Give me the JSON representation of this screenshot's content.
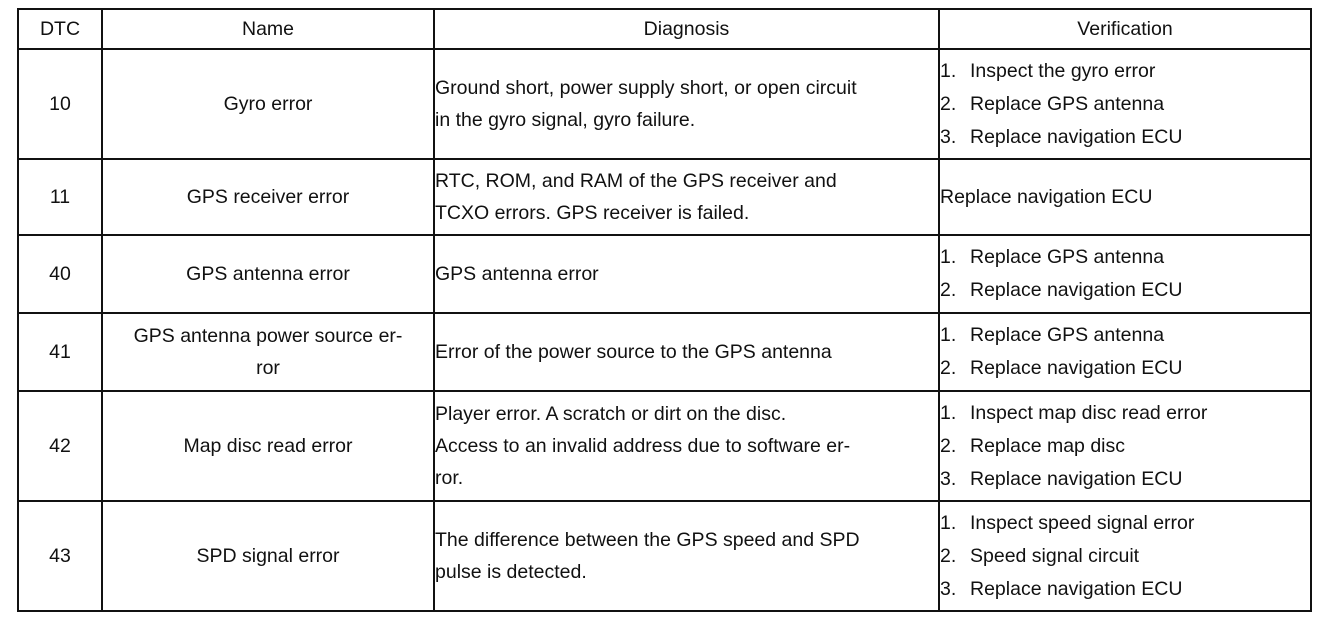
{
  "headers": {
    "dtc": "DTC",
    "name": "Name",
    "diagnosis": "Diagnosis",
    "verification": "Verification"
  },
  "rows": [
    {
      "dtc": "10",
      "name": [
        "Gyro error"
      ],
      "diagnosis": [
        "Ground short, power supply short, or open circuit",
        "in the gyro signal, gyro failure."
      ],
      "verification": {
        "plain": "",
        "steps": [
          {
            "num": "1.",
            "text": "Inspect the gyro error"
          },
          {
            "num": "2.",
            "text": "Replace GPS antenna"
          },
          {
            "num": "3.",
            "text": "Replace navigation ECU"
          }
        ]
      }
    },
    {
      "dtc": "11",
      "name": [
        "GPS receiver error"
      ],
      "diagnosis": [
        "RTC, ROM, and RAM of the GPS receiver and",
        "TCXO errors. GPS receiver is failed."
      ],
      "verification": {
        "plain": "Replace navigation ECU",
        "steps": []
      }
    },
    {
      "dtc": "40",
      "name": [
        "GPS antenna error"
      ],
      "diagnosis": [
        "GPS antenna error"
      ],
      "verification": {
        "plain": "",
        "steps": [
          {
            "num": "1.",
            "text": "Replace GPS antenna"
          },
          {
            "num": "2.",
            "text": "Replace navigation ECU"
          }
        ]
      }
    },
    {
      "dtc": "41",
      "name": [
        "GPS antenna power source er-",
        "ror"
      ],
      "diagnosis": [
        "Error of the power source to the GPS antenna"
      ],
      "verification": {
        "plain": "",
        "steps": [
          {
            "num": "1.",
            "text": "Replace GPS antenna"
          },
          {
            "num": "2.",
            "text": "Replace navigation ECU"
          }
        ]
      }
    },
    {
      "dtc": "42",
      "name": [
        "Map disc read error"
      ],
      "diagnosis": [
        "Player error. A scratch or dirt on the disc.",
        "Access to an invalid address due to software er-",
        "ror."
      ],
      "verification": {
        "plain": "",
        "steps": [
          {
            "num": "1.",
            "text": "Inspect map disc read error"
          },
          {
            "num": "2.",
            "text": "Replace map disc"
          },
          {
            "num": "3.",
            "text": "Replace navigation ECU"
          }
        ]
      }
    },
    {
      "dtc": "43",
      "name": [
        "SPD signal error"
      ],
      "diagnosis": [
        "The difference between the GPS speed and SPD",
        "pulse is detected."
      ],
      "verification": {
        "plain": "",
        "steps": [
          {
            "num": "1.",
            "text": "Inspect speed signal error"
          },
          {
            "num": "2.",
            "text": "Speed signal circuit"
          },
          {
            "num": "3.",
            "text": "Replace navigation ECU"
          }
        ]
      }
    }
  ]
}
